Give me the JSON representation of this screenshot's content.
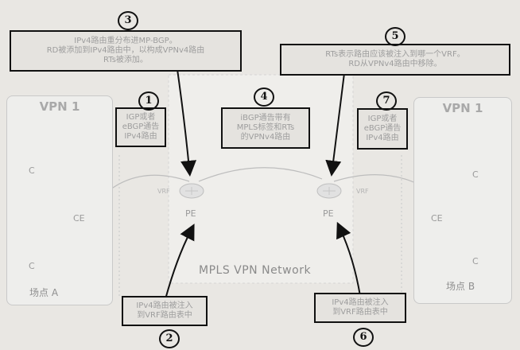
{
  "sites": {
    "left": {
      "title": "VPN 1",
      "label": "场点 A"
    },
    "right": {
      "title": "VPN 1",
      "label": "场点 B"
    }
  },
  "network": {
    "label": "MPLS VPN Network"
  },
  "routers": {
    "c_left_top": "C",
    "c_left_bottom": "C",
    "ce_left": "CE",
    "pe_left": "PE",
    "pe_right": "PE",
    "ce_right": "CE",
    "c_right_top": "C",
    "c_right_bottom": "C"
  },
  "vrf_labels": {
    "left": "VRF",
    "right": "VRF"
  },
  "steps": {
    "s1": {
      "num": "1",
      "lines": [
        "IGP或者",
        "eBGP通告",
        "IPv4路由"
      ]
    },
    "s2": {
      "num": "2",
      "lines": [
        "IPv4路由被注入",
        "到VRF路由表中"
      ]
    },
    "s3": {
      "num": "3",
      "lines": [
        "IPv4路由重分布进MP-BGP。",
        "RD被添加到IPv4路由中，以构成VPNv4路由",
        "RTs被添加。"
      ]
    },
    "s4": {
      "num": "4",
      "lines": [
        "iBGP通告带有",
        "MPLS标签和RTs",
        "的VPNv4路由"
      ]
    },
    "s5": {
      "num": "5",
      "lines": [
        "RTs表示路由应该被注入到哪一个VRF。",
        "RD从VPNv4路由中移除。"
      ]
    },
    "s6": {
      "num": "6",
      "lines": [
        "IPv4路由被注入",
        "到VRF路由表中"
      ]
    },
    "s7": {
      "num": "7",
      "lines": [
        "IGP或者",
        "eBGP通告",
        "IPv4路由"
      ]
    }
  }
}
